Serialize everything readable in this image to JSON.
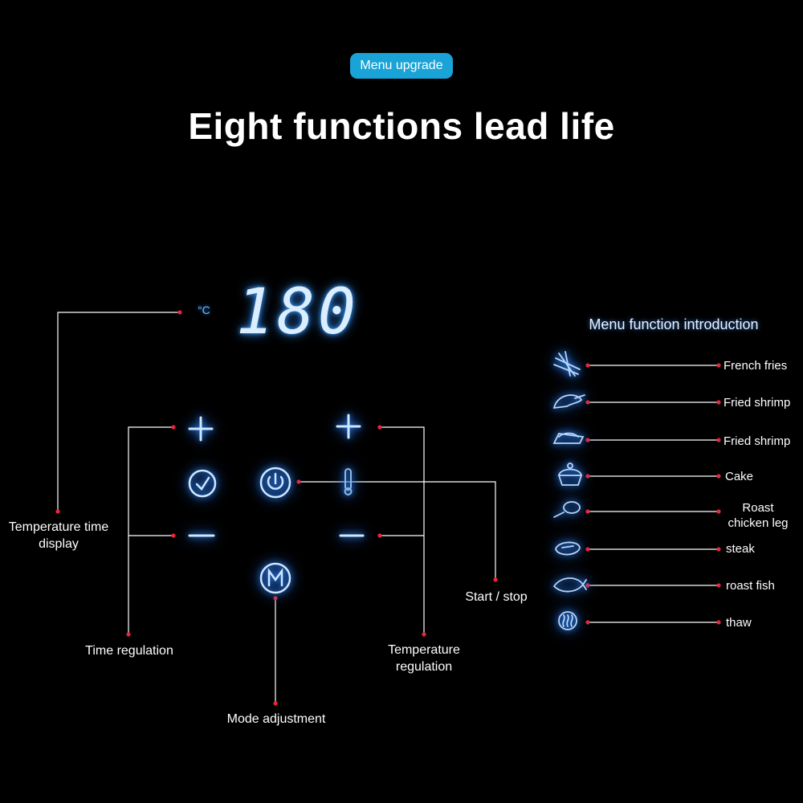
{
  "badge": "Menu upgrade",
  "title": "Eight functions lead life",
  "display": {
    "unit": "°C",
    "value": "180"
  },
  "labels": {
    "temp_time_display": [
      "Temperature time",
      "display"
    ],
    "time_regulation": "Time regulation",
    "mode_adjustment": "Mode adjustment",
    "temperature_regulation": [
      "Temperature",
      "regulation"
    ],
    "start_stop": "Start / stop"
  },
  "panel_icons": [
    "plus-icon",
    "clock-icon",
    "minus-icon",
    "power-icon",
    "mode-m-icon",
    "thermometer-icon"
  ],
  "menu": {
    "title": "Menu function introduction",
    "items": [
      {
        "label": "French fries",
        "icon": "french-fries-icon"
      },
      {
        "label": "Fried shrimp",
        "icon": "shrimp-icon"
      },
      {
        "label": "Fried shrimp",
        "icon": "shrimp-tray-icon"
      },
      {
        "label": "Cake",
        "icon": "cake-icon"
      },
      {
        "label": "Roast",
        "label2": "chicken leg",
        "icon": "chicken-leg-icon"
      },
      {
        "label": "steak",
        "icon": "steak-icon"
      },
      {
        "label": "roast fish",
        "icon": "fish-icon"
      },
      {
        "label": "thaw",
        "icon": "thaw-icon"
      }
    ]
  },
  "colors": {
    "accent": "#1aa3d6",
    "glow": "#3fa0ff",
    "leader": "#ffffff",
    "dot": "#e8283a"
  }
}
